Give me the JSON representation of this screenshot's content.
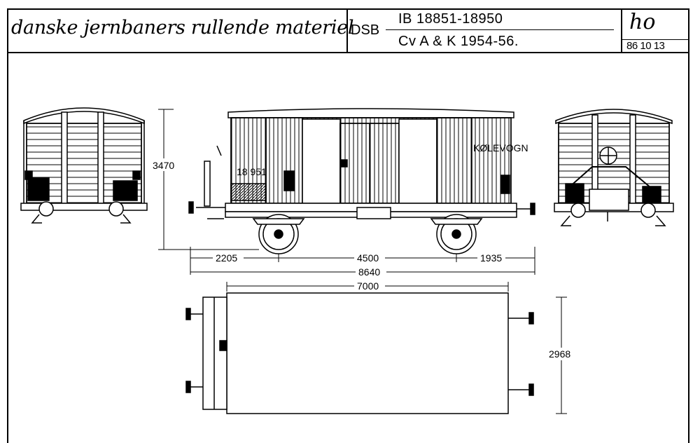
{
  "header": {
    "title": "danske jernbaners rullende materiel",
    "operator": "DSB",
    "numbers": "IB 18851-18950",
    "builder": "Cv A & K 1954-56.",
    "scale": "ho",
    "date": "86 10 13"
  },
  "dimensions": {
    "height": "3470",
    "overhang_left": "2205",
    "wheelbase": "4500",
    "overhang_right": "1935",
    "length_over_buffers": "8640",
    "body_length": "7000",
    "width": "2968"
  },
  "markings": {
    "side_destination": "KØLEVOGN",
    "side_left_number": "18 951"
  }
}
